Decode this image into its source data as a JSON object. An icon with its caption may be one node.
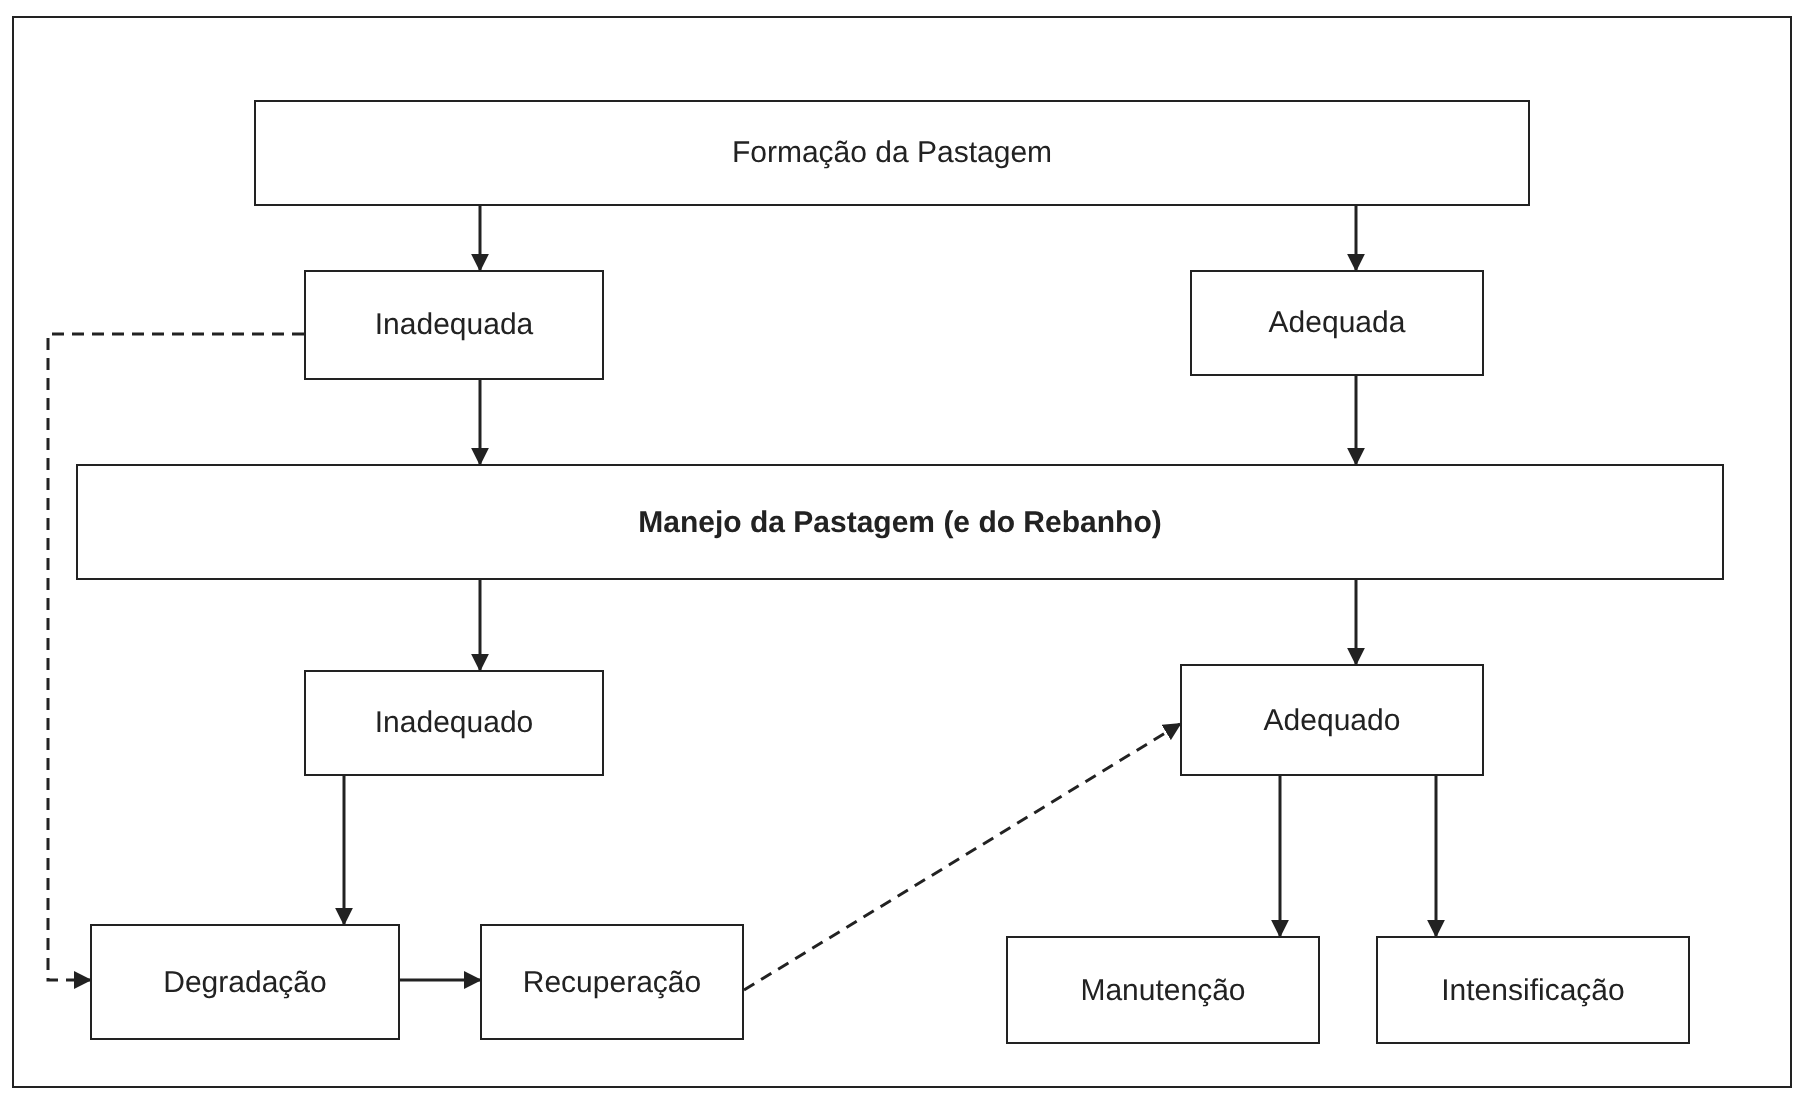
{
  "diagram": {
    "nodes": [
      {
        "text": [
          "Formação da Pastagem"
        ]
      },
      {
        "text": [
          "Inadequada"
        ]
      },
      {
        "text": [
          "Adequada"
        ]
      },
      {
        "text": [
          "Manejo da Pastagem (e do Rebanho)"
        ]
      },
      {
        "text": [
          "Inadequado"
        ]
      },
      {
        "text": [
          "Adequado"
        ]
      },
      {
        "text": [
          "Degradação"
        ]
      },
      {
        "text": [
          "Recuperação"
        ]
      },
      {
        "text": [
          "Manutenção"
        ]
      },
      {
        "text": [
          "Intensificação"
        ]
      }
    ],
    "edges": [
      {
        "from": 0,
        "to": 1,
        "arrow": "to"
      },
      {
        "from": 0,
        "to": 2,
        "arrow": "to"
      },
      {
        "from": 1,
        "to": 3,
        "arrow": "to"
      },
      {
        "from": 2,
        "to": 3,
        "arrow": "to"
      },
      {
        "from": 3,
        "to": 4,
        "arrow": "to"
      },
      {
        "from": 3,
        "to": 5,
        "arrow": "to"
      },
      {
        "from": 4,
        "to": 6,
        "arrow": "to"
      },
      {
        "from": 6,
        "to": 7,
        "arrow": "to"
      },
      {
        "from": 5,
        "to": 8,
        "arrow": "to"
      },
      {
        "from": 5,
        "to": 9,
        "arrow": "to"
      },
      {
        "from": 1,
        "to": 6,
        "arrow": "to",
        "style": "dashed"
      },
      {
        "from": 7,
        "to": 5,
        "arrow": "to",
        "style": "dashed"
      }
    ]
  }
}
